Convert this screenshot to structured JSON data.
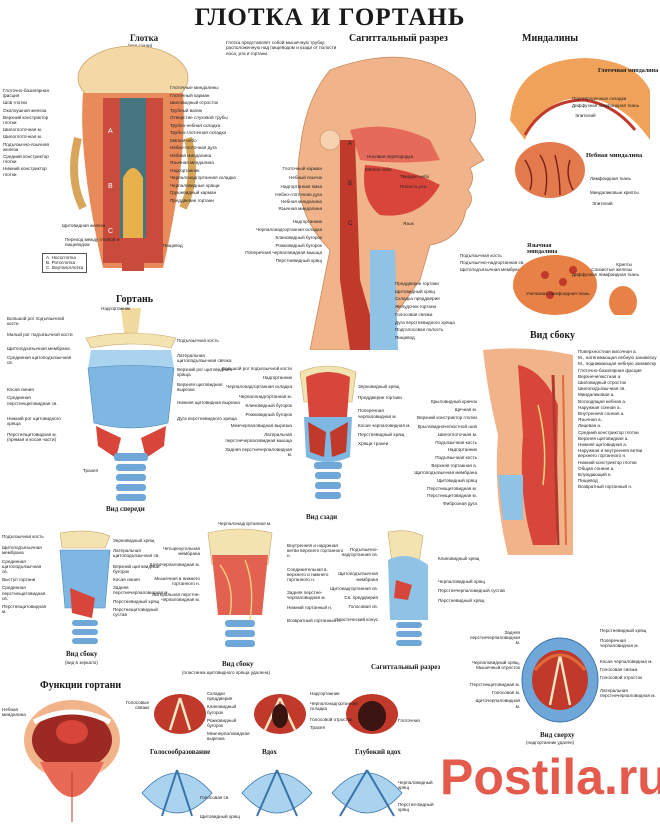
{
  "title": "ГЛОТКА И ГОРТАНЬ",
  "sections": {
    "posterior": {
      "heading": "Глотка",
      "subheading": "(вид сзади)",
      "labels_left": [
        "Глоточно-базилярная фасция",
        "Шов глотки",
        "Околоушная железа",
        "Верхний констриктор глотки",
        "Шилоглоточная м.",
        "Шилоглоточная м.",
        "Подъязычно-язычная железа",
        "Средний констриктор глотки",
        "Нижний констриктор глотки",
        "Щитовидная железа",
        "Переход между глоткой и пищеводом"
      ],
      "labels_right": [
        "Глоточные миндалины",
        "Глоточный карман",
        "Шиловидный отросток",
        "Трубный валик",
        "Отверстие слуховой трубы",
        "Трубно-небная складка",
        "Трубно-глоточная складка",
        "Мягкое небо",
        "Небно-глоточная дуга",
        "Небная миндалина",
        "Язычная миндалина",
        "Надгортанник",
        "Черпалонадгортанная складка",
        "Черпаловидные хрящи",
        "Грушевидный карман",
        "Преддверие гортани",
        "Пищевод"
      ],
      "legend": [
        "A. Носоглотка",
        "B. Ротоглотка",
        "C. Вортаноглотка"
      ]
    },
    "description": "Глотка представляет собой мышечную трубку, расположенную над пищеводом и кзади от полости носа, рта и гортани.",
    "sagittal": {
      "heading": "Сагиттальный разрез",
      "labels_left": [
        "Глоточный карман",
        "Небный язычок",
        "Надгортанная ямка",
        "Небно-глоточная дуга",
        "Небная миндалина",
        "Язычная миндалина",
        "Надгортанник",
        "Черпалонадгортанная складка",
        "Клиновидный бугорок",
        "Рожковидный бугорок",
        "Поперечная черпаловидная мышца",
        "Перстневидный хрящ"
      ],
      "labels_inner": [
        "Носовая перегородка",
        "Мягкое небо",
        "Твердое небо",
        "Полость рта",
        "Язык"
      ],
      "labels_right": [
        "Подъязычная кость",
        "Подъязычно-надгортанная св.",
        "Щитоподъязычная мембрана",
        "Преддверие гортани",
        "Щитовидный хрящ",
        "Складка преддверия",
        "Желудочек гортани",
        "Голосовая связка",
        "Дуга перстневидного хряща",
        "Подголосовая полость",
        "Пищевод"
      ],
      "zones": [
        "A",
        "B",
        "C"
      ]
    },
    "tonsils": {
      "heading": "Миндалины",
      "pharyngeal": {
        "name": "Глоточная миндалина",
        "labels": [
          "Перегородочные складки",
          "Диффузная лимфоидная ткань",
          "Эпителий"
        ]
      },
      "palatine": {
        "name": "Небная миндалина",
        "labels": [
          "Лимфоидная ткань",
          "Миндаликовые крипты",
          "Эпителий"
        ]
      },
      "lingual": {
        "name": "Язычная миндалина",
        "labels": [
          "Крипты",
          "Слизистые железы",
          "Диффузная лимфоидная ткань",
          "Узелковая лимфоидная ткань"
        ]
      }
    },
    "larynx_front": {
      "heading": "Гортань",
      "caption": "Вид спереди",
      "labels_left": [
        "Надгортанник",
        "Большой рог подъязычной кости",
        "Малый рог подъязычной кости",
        "Щитоподъязычная мембрана",
        "Срединная щитоподъязычная св.",
        "Косая линия",
        "Срединная перстнещитовидная св.",
        "Нижний рог щитовидного хряща",
        "Перстнещитовидная м. (прямая и косая части)",
        "Трахея"
      ],
      "labels_right": [
        "Подъязычная кость",
        "Латеральная щитоподъязычная связка",
        "Верхний рог щитовидного хряща",
        "Верхняя щитовидная вырезка",
        "Нижняя щитовидная вырезка",
        "Дуга перстневидного хряща"
      ]
    },
    "larynx_back": {
      "caption": "Вид сзади",
      "labels_left": [
        "Большой рог подъязычной кости",
        "Надгортанник",
        "Черпалонадгортанная складка",
        "Черпалонадгортанная м.",
        "Клиновидный бугорок",
        "Рожковидный бугорок",
        "Межчерпаловидная вырезка",
        "Латеральная перстнечерпаловидная мышца",
        "Задняя перстнечерпаловидная м."
      ],
      "labels_right": [
        "Зерновидный хрящ",
        "Преддверие гортани",
        "Поперечная черпаловидная м.",
        "Косая черпаловидная м.",
        "Перстневидный хрящ",
        "Хрящи трахеи"
      ]
    },
    "lateral_view": {
      "heading": "Вид сбоку",
      "labels_right": [
        "Поверхностная височная а.",
        "М., натягивающая небную занавеску",
        "М., поднимающая небную занавеску",
        "Глоточно-базилярная фасция",
        "Верхнечелюстная а.",
        "Шиловидный отросток",
        "Шилоподъязычная св.",
        "Миндаликовая а.",
        "Восходящая небная а.",
        "Наружная сонная а.",
        "Внутренняя сонная а.",
        "Язычная а.",
        "Лицевая а.",
        "Средний констриктор глотки",
        "Верхняя щитовидная а.",
        "Нижняя щитовидная а.",
        "Наружная и внутренняя ветви верхнего гортанного н.",
        "Нижний констриктор глотки",
        "Общая сонная а.",
        "Блуждающий н.",
        "Пищевод",
        "Возвратный гортанный н."
      ],
      "labels_left": [
        "Крыловидный крючок",
        "Щечная м.",
        "Верхний констриктор глотки",
        "Крыловидночелюстной шов",
        "Шилоглоточная м.",
        "Подъязычная кость",
        "Надгортанник",
        "Подъязычная кость",
        "Верхняя гортанная а.",
        "Щитоподъязычная мембрана",
        "Щитовидный хрящ",
        "Перстнещитовидная м.",
        "Перстнещитовидная м.",
        "Фиброзная дуга"
      ]
    },
    "side_views": {
      "lateral": {
        "caption": "Вид сбоку",
        "subcaption": "(вид в зеркало)",
        "labels": [
          "Подъязычная кость",
          "Щитоподъязычная мембрана",
          "Срединная щитоподъязычная св.",
          "Выступ гортани",
          "Срединная перстнещитовидная св.",
          "Перстнещитовидная м.",
          "Зерновидный хрящ",
          "Латеральная щитоподъязычная св.",
          "Верхний щитовидный бугорок",
          "Косая линия",
          "Задняя перстнечерпаловидная м.",
          "Перстневидный хрящ",
          "Перстнещитовидный сустав"
        ]
      },
      "lateral_open": {
        "caption": "Вид сбоку",
        "subcaption": "(пластинка щитовидного хряща удалена)",
        "labels": [
          "Черпалонадгортанная м.",
          "Четырехугольная мембрана",
          "Щиточерпаловидная м.",
          "Мышечная в нижнего гортанного н.",
          "Латеральная перстне-черпаловидная м.",
          "Внутренняя и наружная ветви верхнего гортанного н.",
          "Соединительная в. верхнего и нижнего гортанного н.",
          "Задняя перстне-черпаловидная м.",
          "Нижний гортанный н.",
          "Возвратный гортанный н."
        ]
      },
      "sagittal_small": {
        "caption": "Сагиттальный разрез",
        "labels": [
          "Подъязычно-надгортанная св.",
          "Щитоподъязычная мембрана",
          "Щитонадгортанная св.",
          "Св. преддверия",
          "Голосовая св.",
          "Эластический конус",
          "Клиновидный хрящ",
          "Черпаловидный хрящ",
          "Перстнечерпаловидный сустав",
          "Перстневидный хрящ"
        ]
      }
    },
    "top_view": {
      "caption": "Вид сверху",
      "subcaption": "(надгортанник удален)",
      "labels": [
        "Задняя перстнечерпаловидная м.",
        "Черпаловидный хрящ, Мышечный отросток",
        "Перстнещитовидная м.",
        "Голосовая м.",
        "Щиточерпаловидная м.",
        "Перстневидный хрящ",
        "Поперечная черпаловидная м.",
        "Косая черпаловидная м.",
        "Голосовая связка",
        "Голосовой отросток",
        "Латеральная перстнечерпаловидная м."
      ]
    },
    "functions": {
      "heading": "Функции гортани",
      "left_label": "Небная миндалина",
      "glottis_labels": [
        "Голосовые связки",
        "Складки преддверия",
        "Клиновидный бугорок",
        "Рожковидный бугорок",
        "Межчерпаловидная вырезка",
        "Надгортанник",
        "Черпалонадгортанная складка",
        "Голосовой отросток",
        "Трахея",
        "Глоточная"
      ],
      "phonation": "Голосообразование",
      "inhale": "Вдох",
      "deep_inhale": "Глубокий вдох",
      "bottom_labels": [
        "Голосовая св.",
        "Щитовидный хрящ",
        "Черпаловидный хрящ",
        "Перстне-видный хрящ"
      ]
    }
  },
  "watermark": "Postila.ru",
  "colors": {
    "muscle": "#d8453a",
    "cartilage": "#7fb7e3",
    "skin": "#f1b48a",
    "bone": "#f3e3b0",
    "watermark": "#e45a4d"
  }
}
